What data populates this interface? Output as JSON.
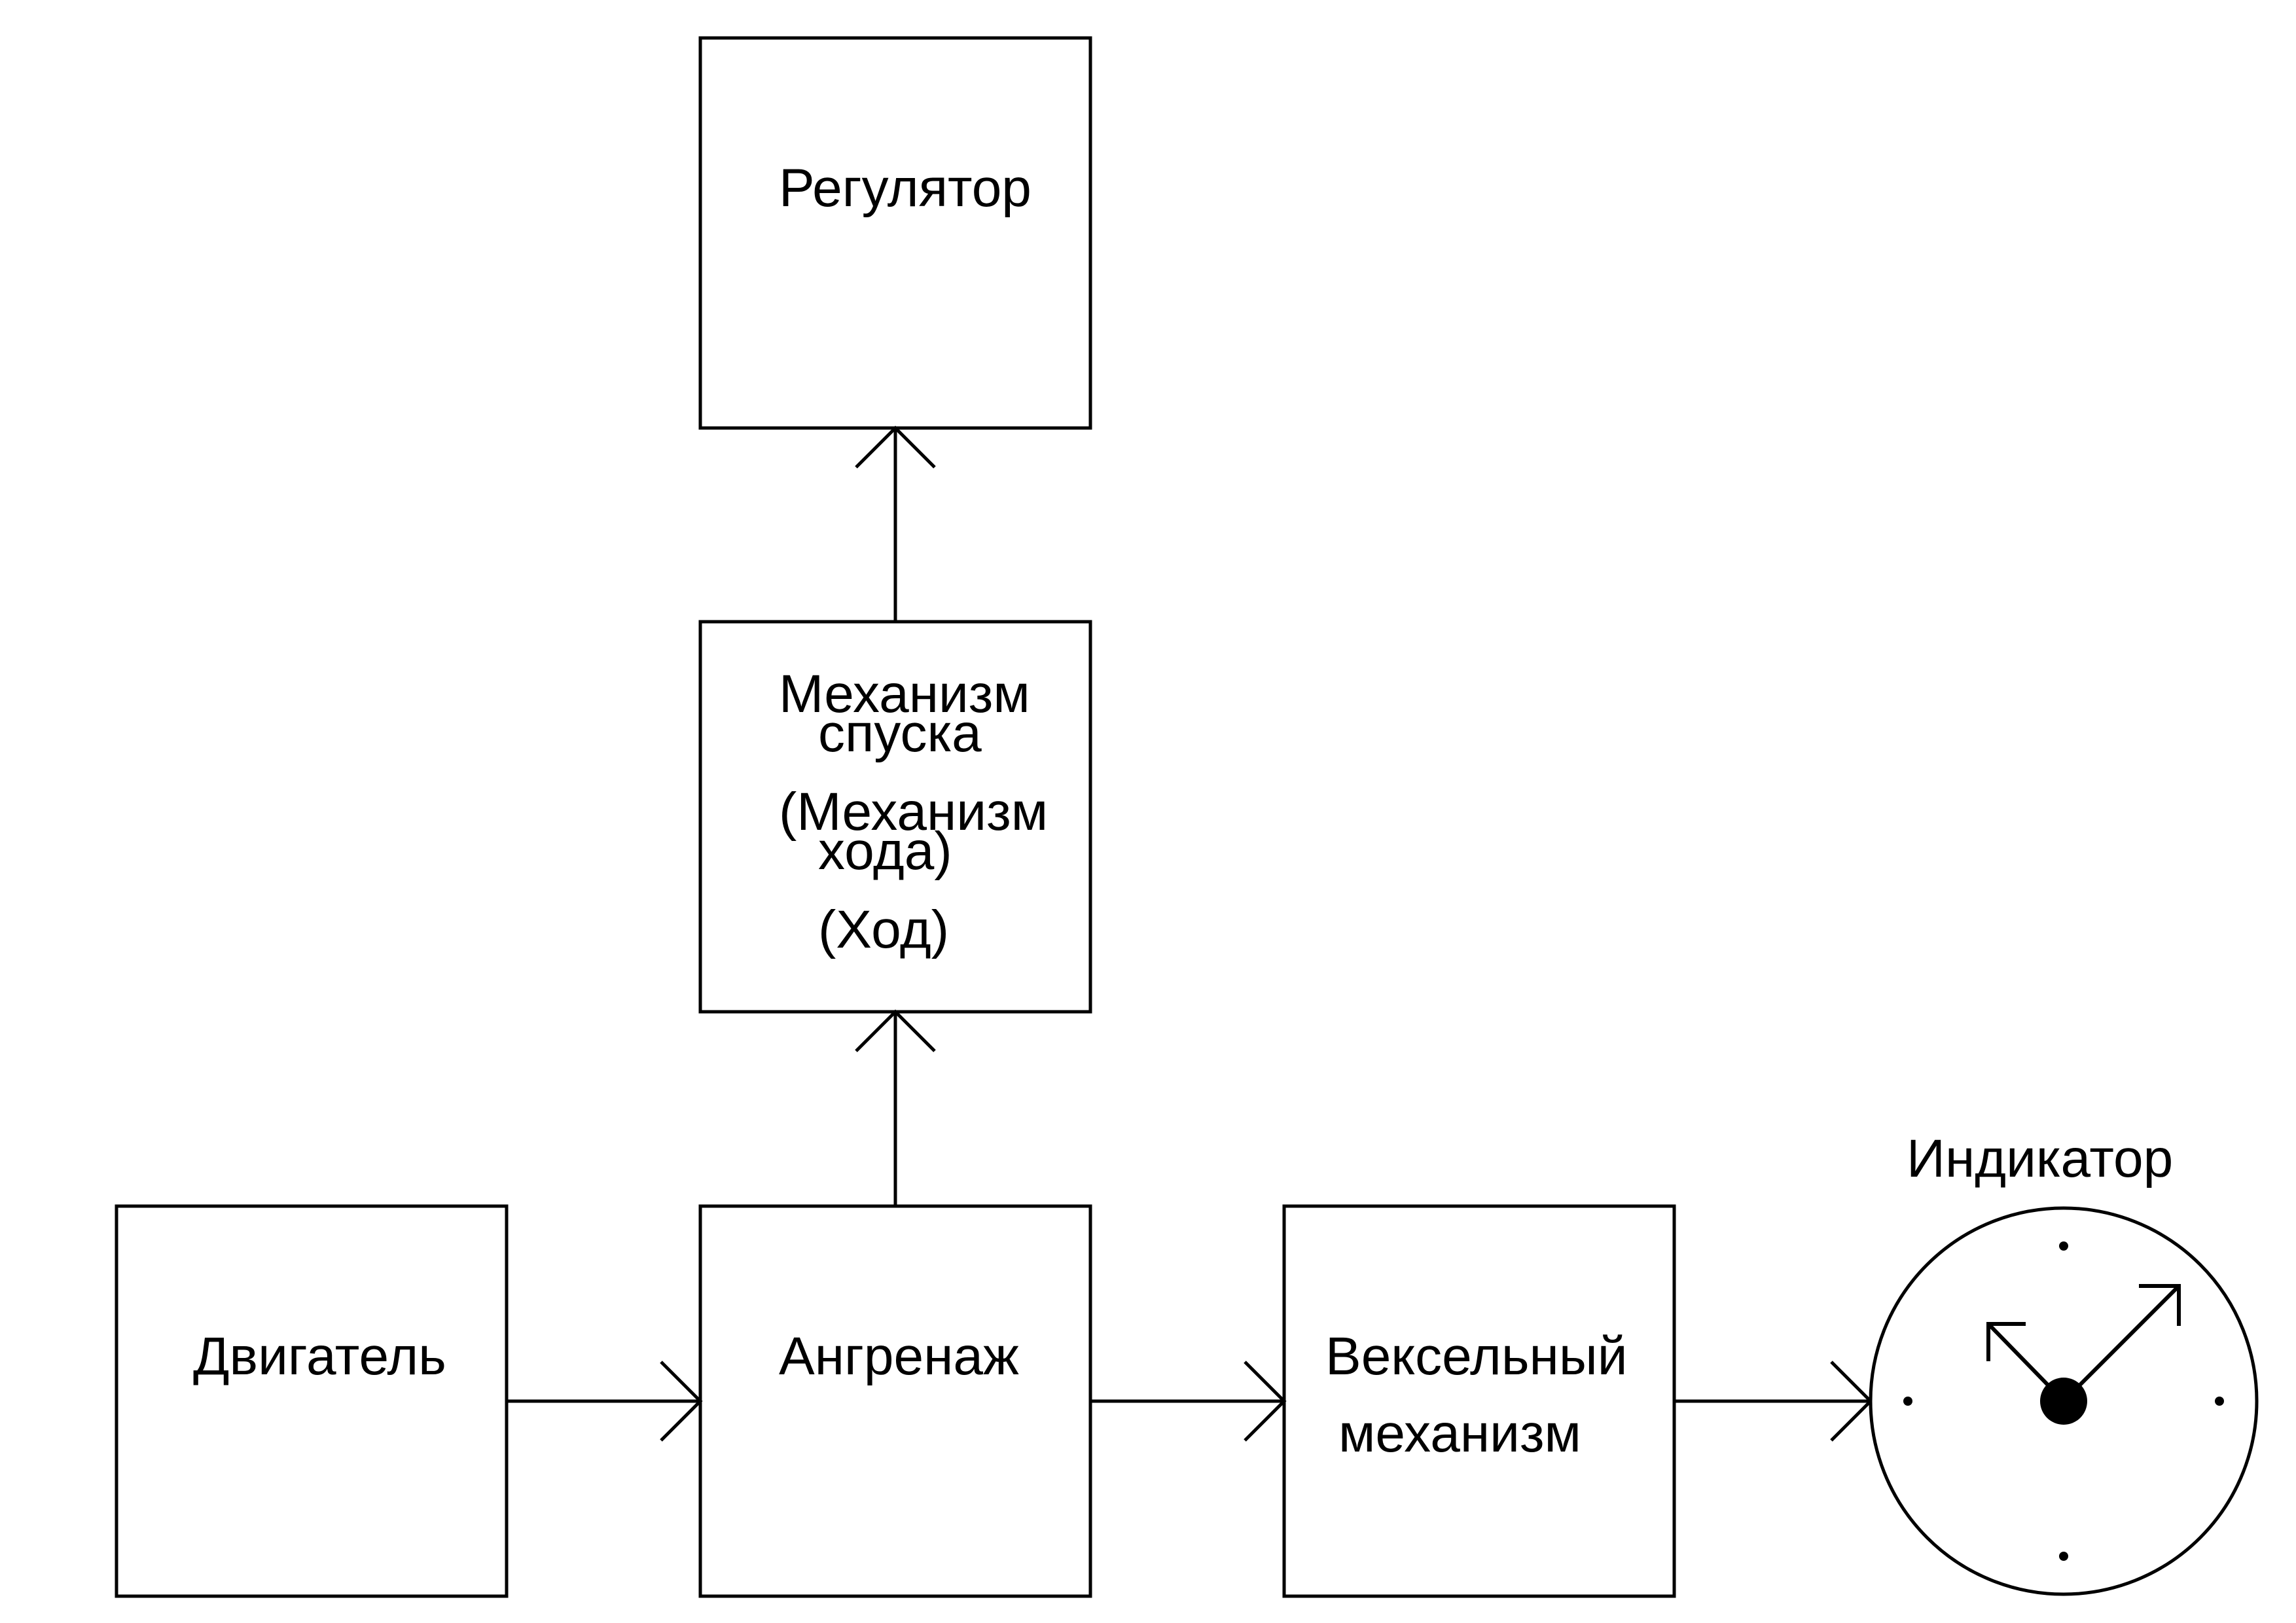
{
  "blocks": {
    "regulator": {
      "lines": [
        "Регулятор"
      ]
    },
    "escapement": {
      "lines": [
        "Механизм",
        "спуска",
        "(Механизм",
        "хода)",
        "(Ход)"
      ]
    },
    "motor": {
      "lines": [
        "Двигатель"
      ]
    },
    "gear_train": {
      "lines": [
        "Ангренаж"
      ]
    },
    "motion_works": {
      "lines": [
        "Вексельный",
        "механизм"
      ]
    },
    "indicator": {
      "label": "Индикатор"
    }
  }
}
